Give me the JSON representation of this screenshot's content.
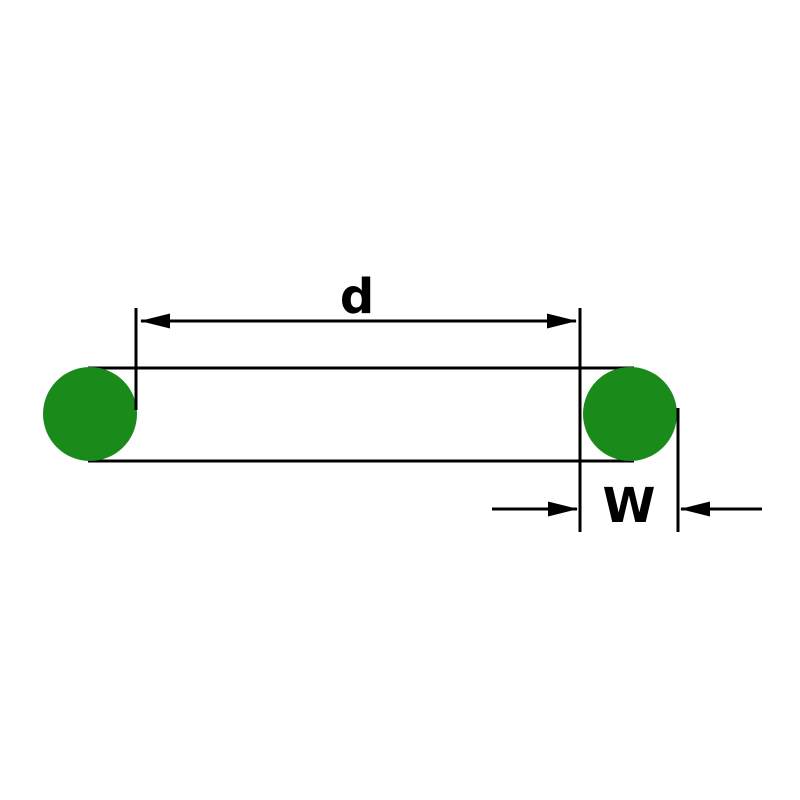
{
  "diagram": {
    "type": "technical-dimension-diagram",
    "subject": "O-ring side view with inner diameter and cross-section width callouts",
    "labels": {
      "inner_diameter": "d",
      "cross_section_width": "W"
    },
    "colors": {
      "ring_fill": "#1a8a1a",
      "line": "#000000",
      "text": "#000000",
      "background": "#ffffff"
    }
  }
}
